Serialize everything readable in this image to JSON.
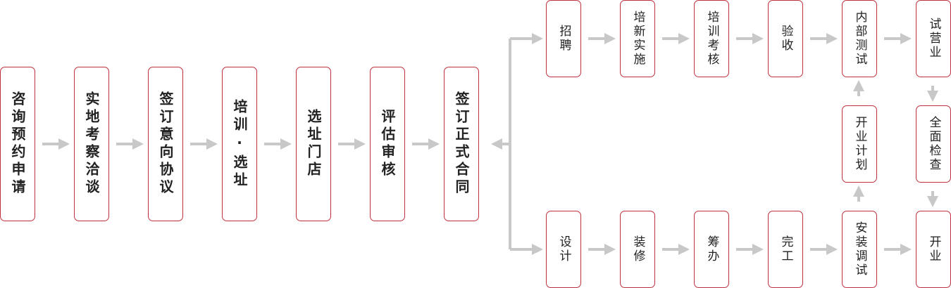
{
  "diagram": {
    "main_flow": [
      "咨询预约申请",
      "实地考察洽谈",
      "签订意向协议",
      "培训·选址",
      "选址门店",
      "评估审核",
      "签订正式合同"
    ],
    "top_branch": [
      "招聘",
      "培新实施",
      "培训考核",
      "验收",
      "内部测试",
      "试营业"
    ],
    "bottom_branch": [
      "设计",
      "装修",
      "筹办",
      "完工",
      "安装调试",
      "开业"
    ],
    "middle_left": "开业计划",
    "middle_right": "全面检查"
  },
  "colors": {
    "border": "#c0303c",
    "arrow": "#c8c8c8",
    "text": "#222222"
  }
}
